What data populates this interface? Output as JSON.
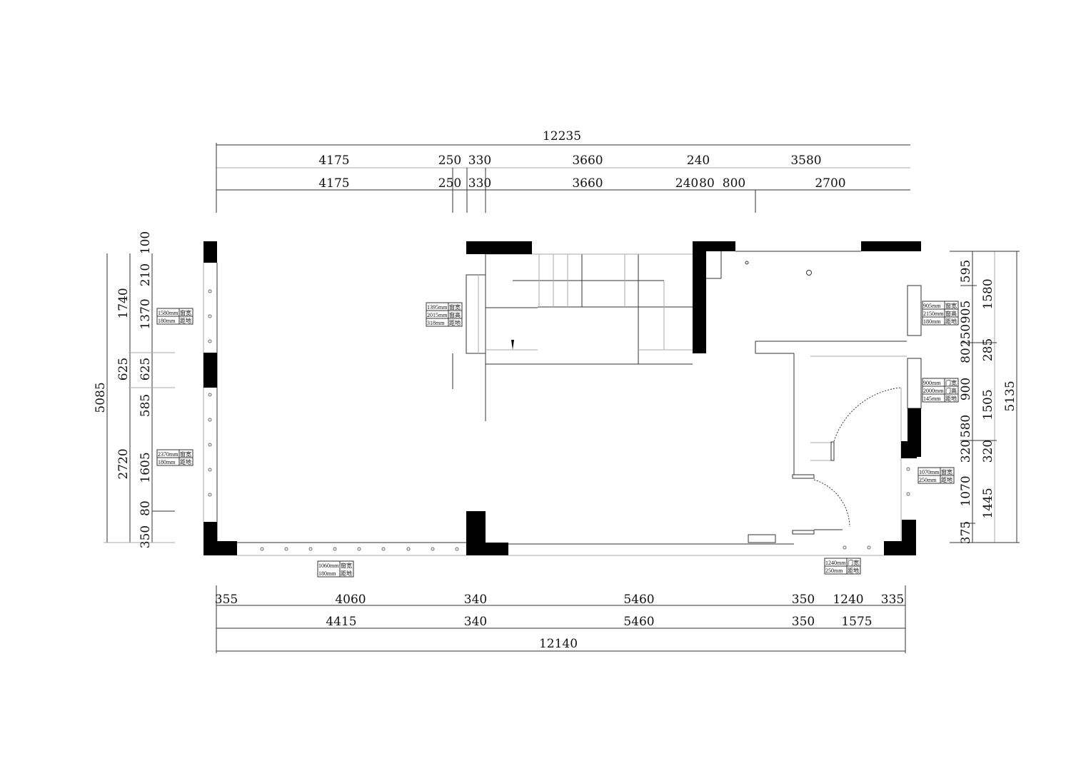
{
  "top": {
    "overall": "12235",
    "row1": [
      "4175",
      "250",
      "330",
      "3660",
      "240",
      "3580"
    ],
    "row2": [
      "4175",
      "250",
      "330",
      "3660",
      "240",
      "80",
      "800",
      "2700"
    ]
  },
  "bottom": {
    "row1": [
      "355",
      "4060",
      "340",
      "5460",
      "350",
      "1240",
      "335"
    ],
    "row2": [
      "4415",
      "340",
      "5460",
      "350",
      "1575"
    ],
    "overall": "12140"
  },
  "left": {
    "overall": "5085",
    "outer": [
      "1740",
      "625",
      "2720"
    ],
    "inner": [
      "100",
      "210",
      "1370",
      "625",
      "585",
      "1605",
      "80",
      "350"
    ]
  },
  "right": {
    "inner": [
      "595",
      "905",
      "250",
      "80",
      "900",
      "580",
      "320",
      "1070",
      "375"
    ],
    "outer": [
      "1580",
      "285",
      "1505",
      "320",
      "1445"
    ],
    "overall": "5135"
  },
  "openings": {
    "left_window_1": [
      "1580mm",
      "窗宽",
      "180mm",
      "距地"
    ],
    "left_window_2": [
      "2370mm",
      "窗宽",
      "180mm",
      "距地"
    ],
    "mid_window": [
      "1395mm",
      "窗宽",
      "2015mm",
      "窗高",
      "318mm",
      "距地"
    ],
    "right_window_1": [
      "905mm",
      "窗宽",
      "2150mm",
      "窗高",
      "180mm",
      "距地"
    ],
    "right_door": [
      "900mm",
      "门宽",
      "2000mm",
      "门高",
      "145mm",
      "距地"
    ],
    "right_window_2": [
      "1070mm",
      "窗宽",
      "250mm",
      "距地"
    ],
    "bottom_window": [
      "1060mm",
      "窗宽",
      "180mm",
      "距地"
    ],
    "bottom_door": [
      "1240mm",
      "门宽",
      "250mm",
      "距地"
    ]
  }
}
